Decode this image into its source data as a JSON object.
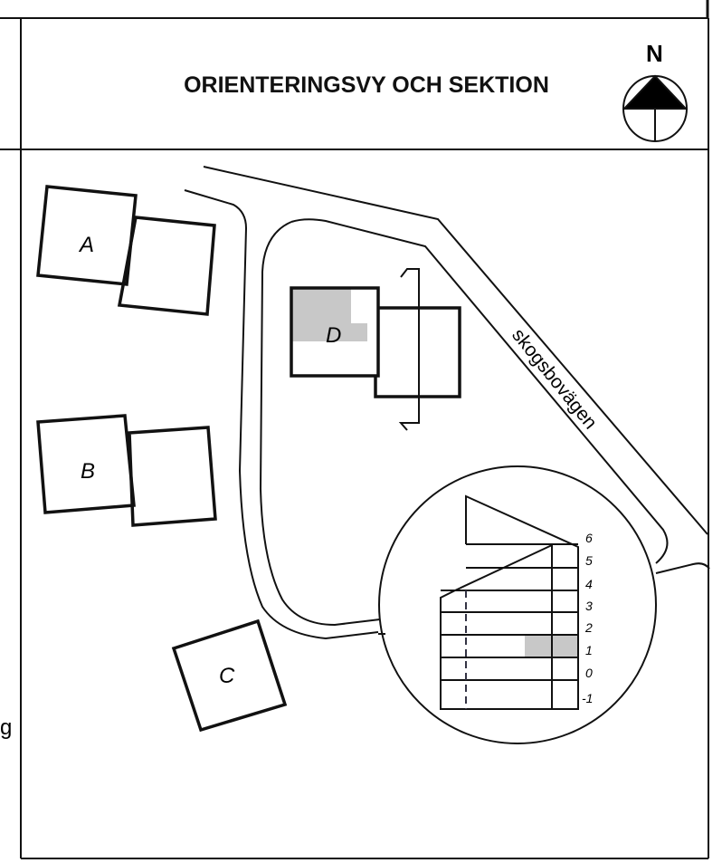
{
  "header": {
    "title": "ORIENTERINGSVY OCH SEKTION",
    "north_label": "N"
  },
  "buildings": {
    "a": "A",
    "b": "B",
    "c": "C",
    "d": "D"
  },
  "street_label": "skogsbovägen",
  "section": {
    "levels": [
      "6",
      "5",
      "4",
      "3",
      "2",
      "1",
      "0",
      "-1"
    ],
    "highlight_level": "1",
    "highlight_color": "#c8c8c8"
  },
  "edge_fragment": "g"
}
